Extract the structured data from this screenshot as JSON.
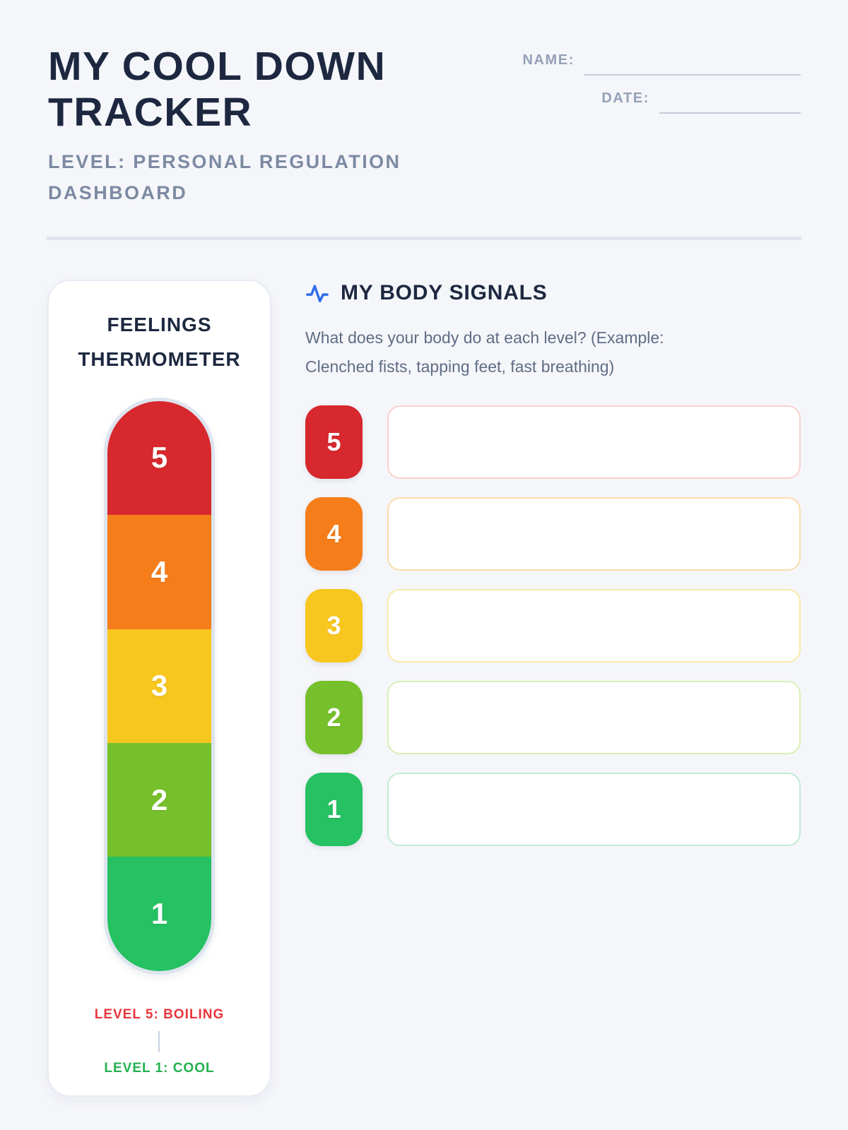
{
  "header": {
    "title_line1": "MY COOL DOWN",
    "title_line2": "TRACKER",
    "subtitle": "LEVEL: PERSONAL REGULATION DASHBOARD",
    "name_label": "NAME:",
    "date_label": "DATE:",
    "name_value": "",
    "date_value": ""
  },
  "thermometer": {
    "title_line1": "FEELINGS",
    "title_line2": "THERMOMETER",
    "levels": [
      {
        "value": "5",
        "color": "#d7282d"
      },
      {
        "value": "4",
        "color": "#f57d1a"
      },
      {
        "value": "3",
        "color": "#f8c71f"
      },
      {
        "value": "2",
        "color": "#76c02b"
      },
      {
        "value": "1",
        "color": "#25c162"
      }
    ],
    "top_label": "LEVEL 5: BOILING",
    "top_label_color": "#e8363c",
    "bottom_label": "LEVEL 1: COOL",
    "bottom_label_color": "#21b14e"
  },
  "body_signals": {
    "icon": "activity-pulse-icon",
    "icon_color": "#2f6bed",
    "title": "MY BODY SIGNALS",
    "description": "What does your body do at each level? (Example: Clenched fists, tapping feet, fast breathing)",
    "rows": [
      {
        "value": "5",
        "badge_color": "#d7282d",
        "box_border_color": "#f8d0cd",
        "input_value": ""
      },
      {
        "value": "4",
        "badge_color": "#f57d1a",
        "box_border_color": "#f9dcab",
        "input_value": ""
      },
      {
        "value": "3",
        "badge_color": "#f8c71f",
        "box_border_color": "#f9eaa8",
        "input_value": ""
      },
      {
        "value": "2",
        "badge_color": "#76c02b",
        "box_border_color": "#d9f0b4",
        "input_value": ""
      },
      {
        "value": "1",
        "badge_color": "#25c162",
        "box_border_color": "#bfecd2",
        "input_value": ""
      }
    ]
  },
  "colors": {
    "page_background": "#f5f6fa",
    "title_navy": "#1d2840",
    "subtitle_gray": "#7c8aa2",
    "divider": "#dfe4ee",
    "card_border": "#e6ebf3",
    "underline": "#c4cbd9"
  }
}
